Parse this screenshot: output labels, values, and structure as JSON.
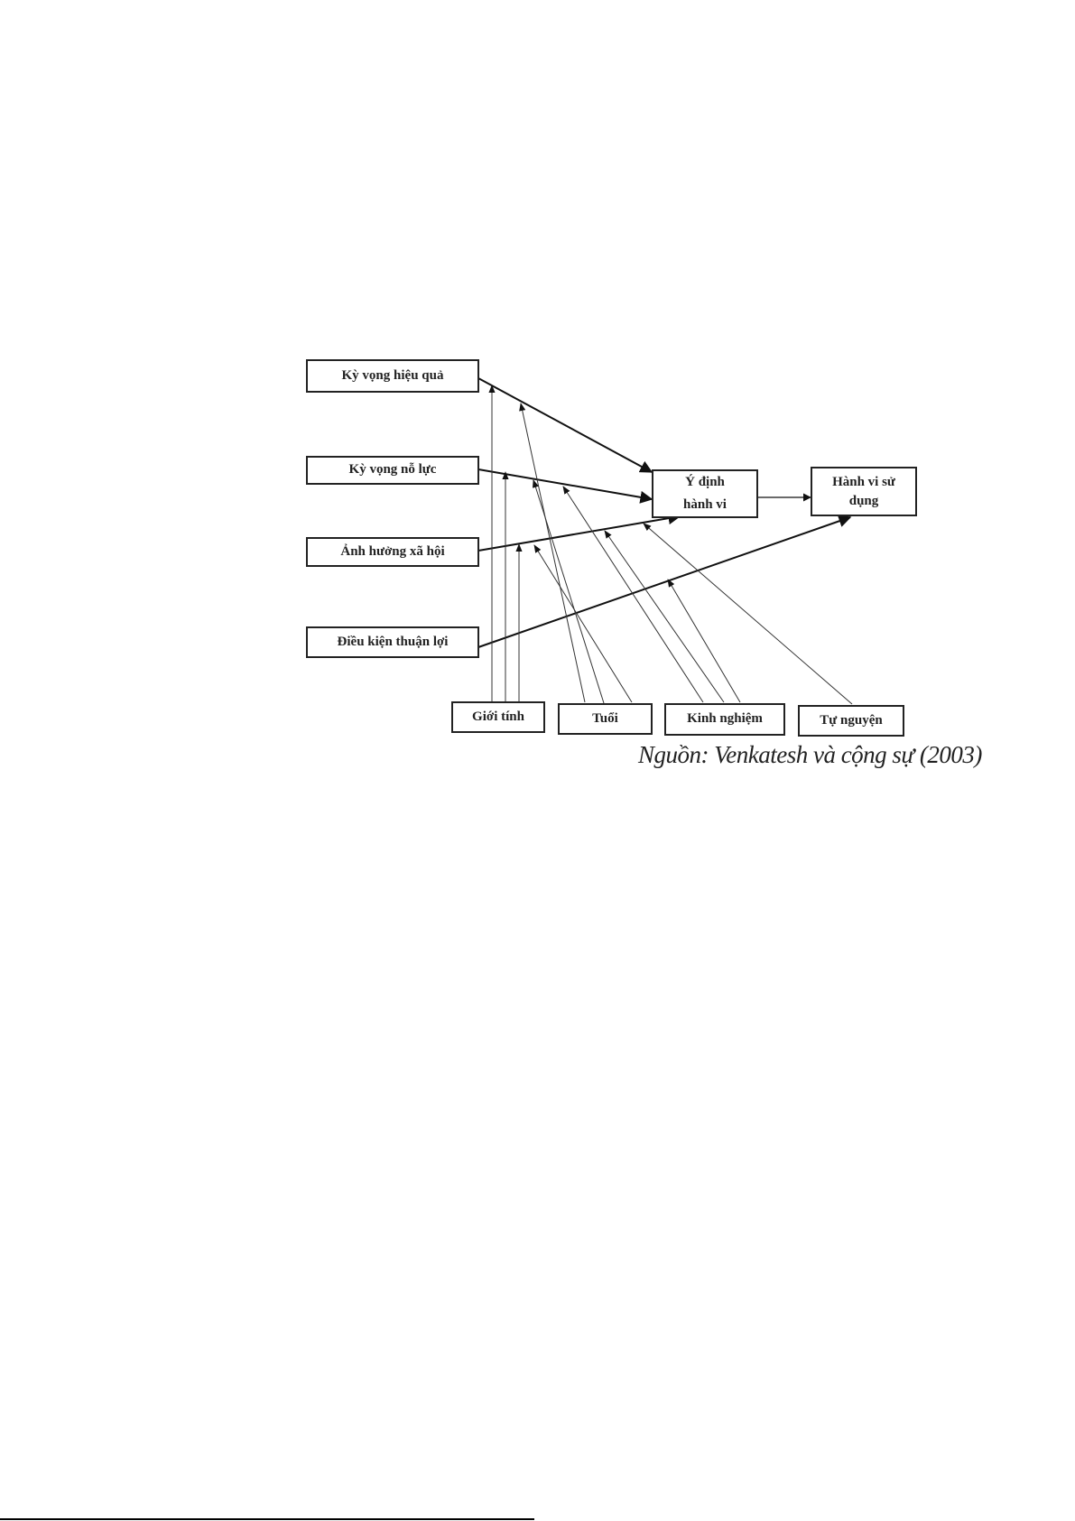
{
  "diagram": {
    "constructs": {
      "performance_expectancy": "Kỳ vọng hiệu quả",
      "effort_expectancy": "Kỳ vọng nỗ lực",
      "social_influence": "Ảnh hưởng xã hội",
      "facilitating_conditions": "Điều kiện thuận lợi",
      "behavioral_intention": "Ý định hành vi",
      "use_behavior": "Hành vi sử dụng"
    },
    "moderators": {
      "gender": "Giới tính",
      "age": "Tuổi",
      "experience": "Kinh nghiệm",
      "voluntariness": "Tự nguyện"
    },
    "caption": "Nguồn: Venkatesh và cộng sự (2003)"
  }
}
